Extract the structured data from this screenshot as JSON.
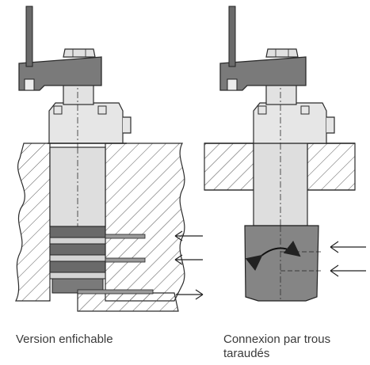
{
  "captions": {
    "left": "Version enfichable",
    "right": "Connexion par trous taraudés"
  },
  "colors": {
    "line": "#2b2b2b",
    "clamp_arm": "#7a7a7a",
    "body": "#dcdcdc",
    "cartridge": "#858585",
    "hatch": "#555555",
    "background": "#ffffff"
  },
  "icons": {
    "flow_arrows": "arrow-left-outline",
    "rotation": "curved-double-arrow"
  }
}
